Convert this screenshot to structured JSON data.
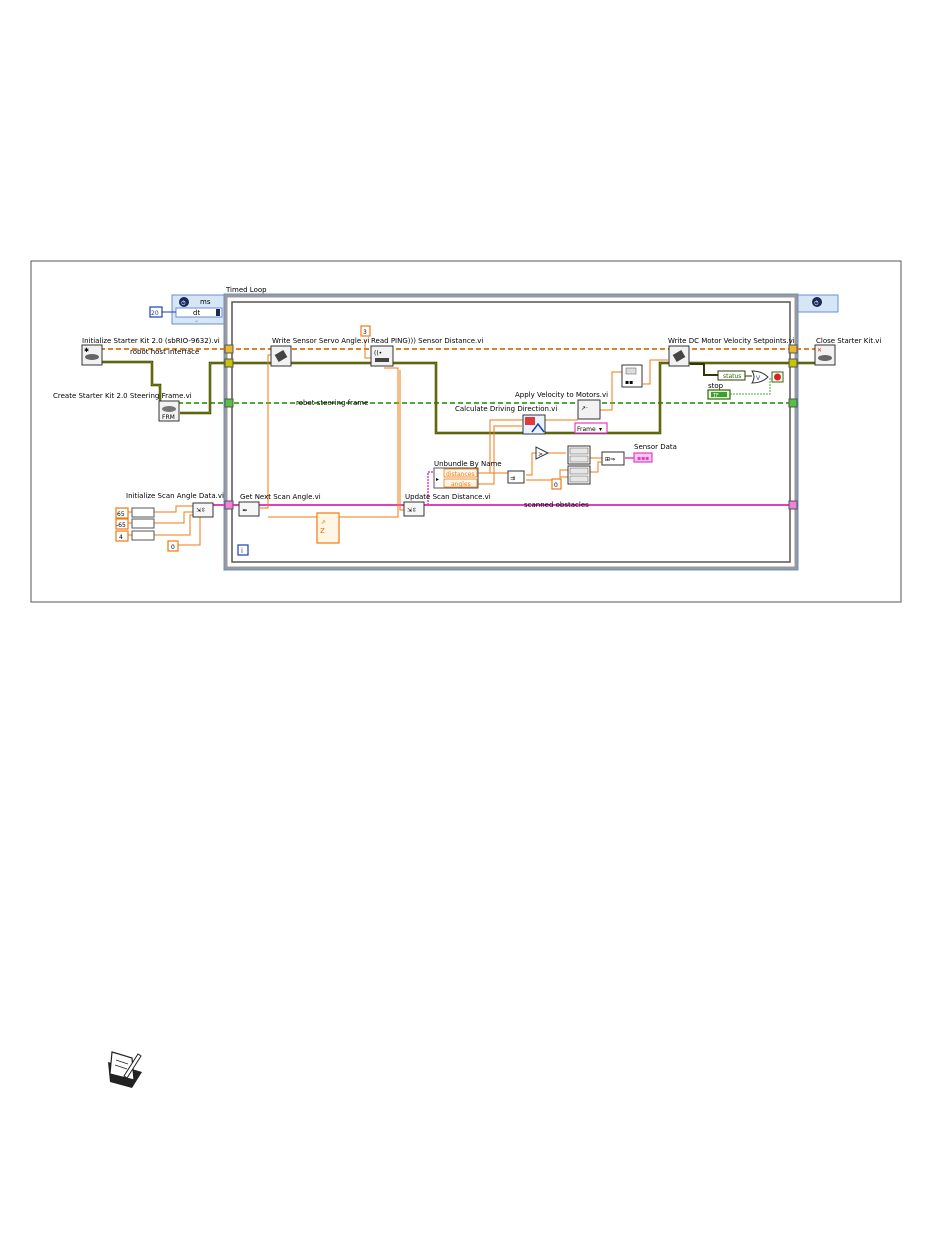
{
  "loop": {
    "title": "Timed Loop",
    "period_units": "ms",
    "period_term": "dt",
    "period_value": "20",
    "iteration_label": "i"
  },
  "subvis": {
    "init_kit": "Initialize Starter Kit 2.0 (sbRIO-9632).vi",
    "create_frame": "Create Starter Kit 2.0 Steering Frame.vi",
    "init_scan": "Initialize Scan Angle Data.vi",
    "write_servo": "Write Sensor Servo Angle.vi",
    "read_ping": "Read PING))) Sensor Distance.vi",
    "get_next_scan": "Get Next Scan Angle.vi",
    "update_scan": "Update Scan Distance.vi",
    "calc_direction": "Calculate Driving Direction.vi",
    "apply_velocity": "Apply Velocity to Motors.vi",
    "write_motor": "Write DC Motor Velocity Setpoints.vi",
    "close_kit": "Close Starter Kit.vi",
    "unbundle": "Unbundle By Name"
  },
  "wires": {
    "host": "robot host interface",
    "frame": "robot steering frame",
    "obstacles": "scanned obstacles"
  },
  "constants": {
    "c65a": "65",
    "c65b": "-65",
    "c4": "4",
    "c0a": "0",
    "c0b": "0",
    "ping_channel": "3",
    "frame_enum": "Frame"
  },
  "unbundle_fields": [
    "distances",
    "angles"
  ],
  "status": {
    "unbundle_label": "status",
    "stop_label": "stop",
    "sensor_data_label": "Sensor Data"
  }
}
